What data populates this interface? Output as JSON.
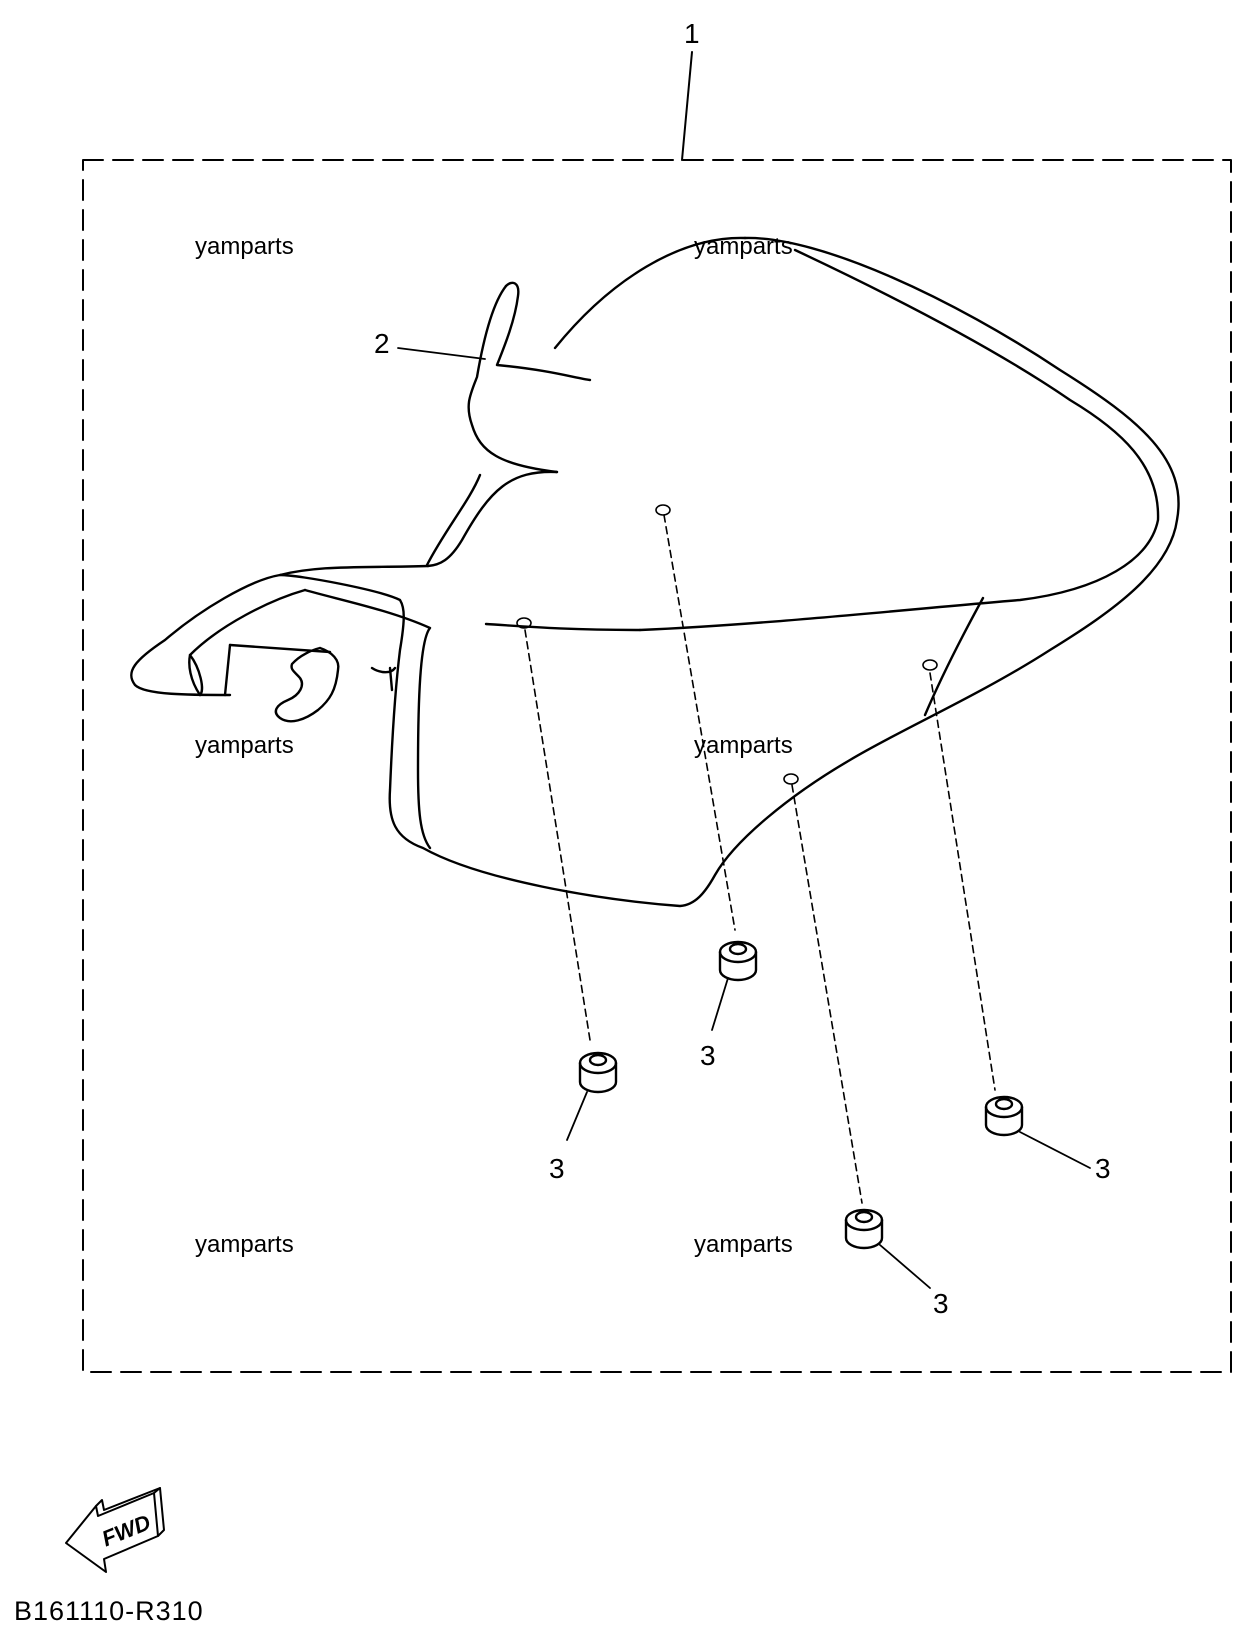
{
  "callouts": {
    "assembly": "1",
    "cover": "2",
    "damper": "3"
  },
  "watermark": "yamparts",
  "direction_label": "FWD",
  "diagram_code": "B161110-R310"
}
